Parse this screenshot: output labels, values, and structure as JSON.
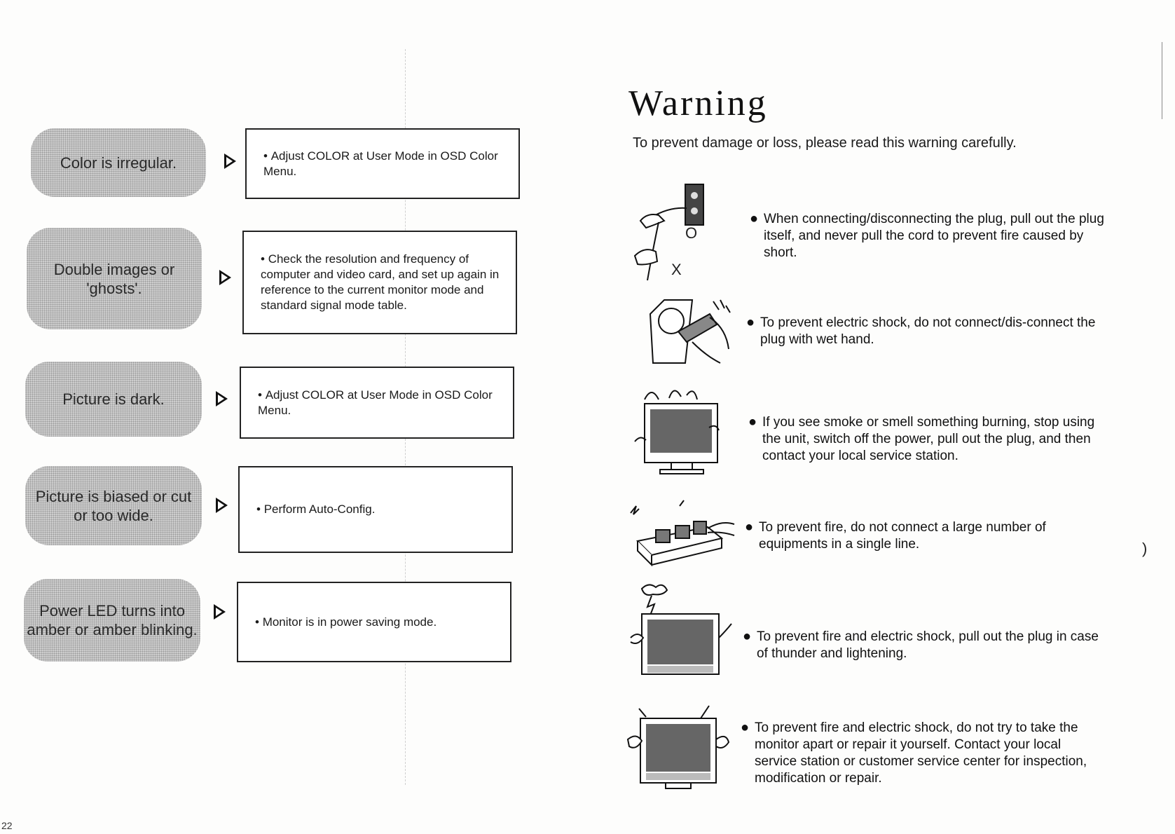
{
  "troubleshooting": [
    {
      "symptom": "Color is irregular.",
      "solution": "Adjust COLOR at User Mode in OSD Color Menu."
    },
    {
      "symptom": "Double images or 'ghosts'.",
      "solution": "Check the resolution and frequency of computer and video card, and set up again in reference to the current monitor mode and standard signal mode table."
    },
    {
      "symptom": "Picture is dark.",
      "solution": "Adjust COLOR at User Mode in OSD Color Menu."
    },
    {
      "symptom": "Picture is biased or cut or too wide.",
      "solution": "Perform Auto-Config."
    },
    {
      "symptom": "Power LED turns into amber or amber blinking.",
      "solution": "Monitor is in power saving mode."
    }
  ],
  "warning": {
    "title": "Warning",
    "subtitle": "To prevent damage or loss, please read this warning carefully.",
    "plug_marks": {
      "correct": "O",
      "wrong": "X"
    },
    "items": [
      {
        "text": "When connecting/disconnecting the plug, pull out the plug itself, and never pull the cord to prevent fire caused by short.",
        "icon": "plug-pull-icon"
      },
      {
        "text": "To prevent electric shock, do not connect/dis-connect the plug with wet hand.",
        "icon": "wet-hand-icon"
      },
      {
        "text": "If you see smoke or smell something burning, stop using the unit, switch off the power, pull out the plug, and then contact your local service station.",
        "icon": "smoking-monitor-icon"
      },
      {
        "text": "To prevent fire, do not connect a large number of equipments in a single line.",
        "icon": "power-strip-icon"
      },
      {
        "text": "To prevent fire and electric shock, pull out the plug in case of thunder and lightening.",
        "icon": "thunder-monitor-icon"
      },
      {
        "text": "To prevent fire and electric shock, do not try to take the monitor apart or repair it yourself. Contact your local service station or customer service center for inspection, modification or repair.",
        "icon": "repair-monitor-icon"
      }
    ]
  },
  "page_number": "22"
}
